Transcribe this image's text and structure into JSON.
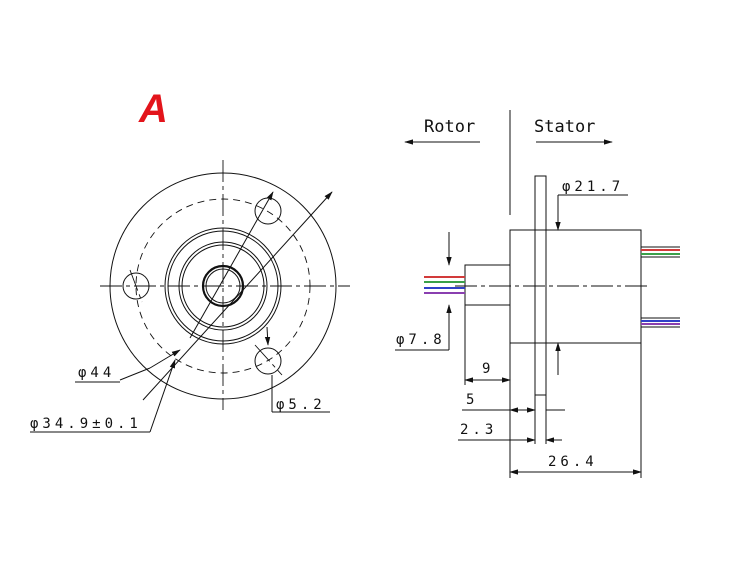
{
  "view_label": "A",
  "colors": {
    "view_label": "#e3141b",
    "line": "#111111",
    "wire_red": "#d23a3a",
    "wire_green": "#3aa04a",
    "wire_blue": "#3040c8",
    "wire_purple": "#8a3fb0"
  },
  "side_view": {
    "rotor_label": "Rotor",
    "stator_label": "Stator"
  },
  "dimensions": {
    "d44": "φ44",
    "d34": "φ34.9±0.1",
    "d52": "φ5.2",
    "d217": "φ21.7",
    "d78": "φ7.8",
    "len9": "9",
    "len5": "5",
    "len23": "2.3",
    "len264": "26.4"
  }
}
